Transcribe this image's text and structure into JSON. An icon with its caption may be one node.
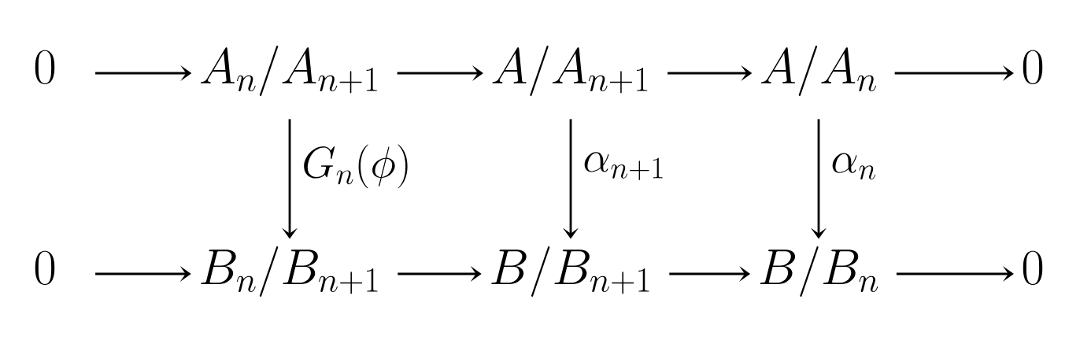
{
  "diagram": {
    "nodes": [
      {
        "text": [
          "0"
        ]
      },
      {
        "text": [
          "A_n/A_{n+1}"
        ]
      },
      {
        "text": [
          "A/A_{n+1}"
        ]
      },
      {
        "text": [
          "A/A_n"
        ]
      },
      {
        "text": [
          "0"
        ]
      },
      {
        "text": [
          "0"
        ]
      },
      {
        "text": [
          "B_n/B_{n+1}"
        ]
      },
      {
        "text": [
          "B/B_{n+1}"
        ]
      },
      {
        "text": [
          "B/B_n"
        ]
      },
      {
        "text": [
          "0"
        ]
      }
    ],
    "edges": [
      {
        "from": 0,
        "to": 1,
        "arrow": "to"
      },
      {
        "from": 1,
        "to": 2,
        "arrow": "to"
      },
      {
        "from": 2,
        "to": 3,
        "arrow": "to"
      },
      {
        "from": 3,
        "to": 4,
        "arrow": "to"
      },
      {
        "from": 5,
        "to": 6,
        "arrow": "to"
      },
      {
        "from": 6,
        "to": 7,
        "arrow": "to"
      },
      {
        "from": 7,
        "to": 8,
        "arrow": "to"
      },
      {
        "from": 8,
        "to": 9,
        "arrow": "to"
      },
      {
        "from": 1,
        "to": 6,
        "arrow": "to",
        "label": "G_n(\\phi)"
      },
      {
        "from": 2,
        "to": 7,
        "arrow": "to",
        "label": "\\alpha_{n+1}"
      },
      {
        "from": 3,
        "to": 8,
        "arrow": "to",
        "label": "\\alpha_n"
      }
    ]
  }
}
